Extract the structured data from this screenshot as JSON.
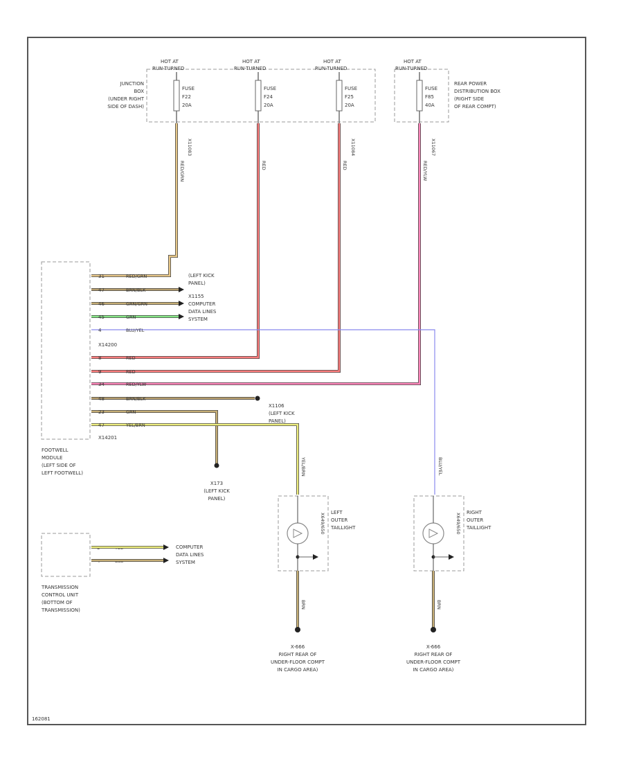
{
  "figure_id": "162081",
  "fuses": [
    {
      "hot": "HOT AT",
      "hot2": "RUN-TURNED",
      "name": "FUSE",
      "num": "F22",
      "amp": "20A",
      "conn": "X11083",
      "wire": "RED/GRN"
    },
    {
      "hot": "HOT AT",
      "hot2": "RUN-TURNED",
      "name": "FUSE",
      "num": "F24",
      "amp": "20A",
      "conn": "",
      "wire": "RED"
    },
    {
      "hot": "HOT AT",
      "hot2": "RUN-TURNED",
      "name": "FUSE",
      "num": "F25",
      "amp": "20A",
      "conn": "X11084",
      "wire": "RED"
    },
    {
      "hot": "HOT AT",
      "hot2": "RUN-TURNED",
      "name": "FUSE",
      "num": "F85",
      "amp": "40A",
      "conn": "X11067",
      "wire": "RED/YLW"
    }
  ],
  "junction_box": [
    "JUNCTION",
    "BOX",
    "(UNDER RIGHT",
    "SIDE OF DASH)"
  ],
  "rear_power_box": [
    "REAR POWER",
    "DISTRIBUTION BOX",
    "(RIGHT SIDE",
    "OF REAR COMPT)"
  ],
  "footwell": {
    "title": [
      "FOOTWELL",
      "MODULE",
      "(LEFT SIDE OF",
      "LEFT FOOTWELL)"
    ],
    "conn_top": "X14200",
    "conn_bottom": "X14201",
    "pins": [
      {
        "pin": "31",
        "wire": "RED/GRN"
      },
      {
        "pin": "47",
        "wire": "BRN/BLK"
      },
      {
        "pin": "46",
        "wire": "GRN/GRN"
      },
      {
        "pin": "45",
        "wire": "GRN"
      },
      {
        "pin": "4",
        "wire": "BLU/YEL"
      },
      {
        "pin": "8",
        "wire": "RED"
      },
      {
        "pin": "9",
        "wire": "RED"
      },
      {
        "pin": "34",
        "wire": "RED/YLW"
      },
      {
        "pin": "48",
        "wire": "BRN/BLK"
      },
      {
        "pin": "23",
        "wire": "GRN"
      },
      {
        "pin": "47",
        "wire": "YEL/BRN"
      }
    ]
  },
  "left_kick_top": [
    "(LEFT KICK",
    "PANEL)",
    "X1155",
    "COMPUTER",
    "DATA LINES",
    "SYSTEM"
  ],
  "left_kick_x1106": [
    "X1106",
    "(LEFT KICK",
    "PANEL)"
  ],
  "ground_x173": [
    "X173",
    "(LEFT KICK",
    "PANEL)"
  ],
  "transmission": {
    "title": [
      "TRANSMISSION",
      "CONTROL UNIT",
      "(BOTTOM OF",
      "TRANSMISSION)"
    ],
    "pins": [
      {
        "pin": "3",
        "wire": "YEL"
      },
      {
        "pin": "4",
        "wire": "BLU"
      }
    ],
    "dest": [
      "COMPUTER",
      "DATA LINES",
      "SYSTEM"
    ]
  },
  "left_taillight": {
    "label": [
      "LEFT",
      "OUTER",
      "TAILLIGHT"
    ],
    "conn": "X649/650",
    "wire_in": "YEL/BRN",
    "wire_out": "BRN"
  },
  "right_taillight": {
    "label": [
      "RIGHT",
      "OUTER",
      "TAILLIGHT"
    ],
    "conn": "X649/650",
    "wire_in": "BLU/YEL",
    "wire_out": "BRN"
  },
  "ground_left": [
    "X-666",
    "RIGHT REAR OF",
    "UNDER-FLOOR COMPT",
    "IN CARGO AREA)"
  ],
  "ground_right": [
    "X-666",
    "RIGHT REAR OF",
    "UNDER-FLOOR COMPT",
    "IN CARGO AREA)"
  ],
  "colors": {
    "red": "#ff8080",
    "red_grn": "#e8c88a",
    "brn_blk": "#b8a070",
    "green": "#88e888",
    "blue": "#8888ee",
    "pink": "#ff88bb",
    "yellow": "#f0f080",
    "brown": "#c8b078"
  }
}
